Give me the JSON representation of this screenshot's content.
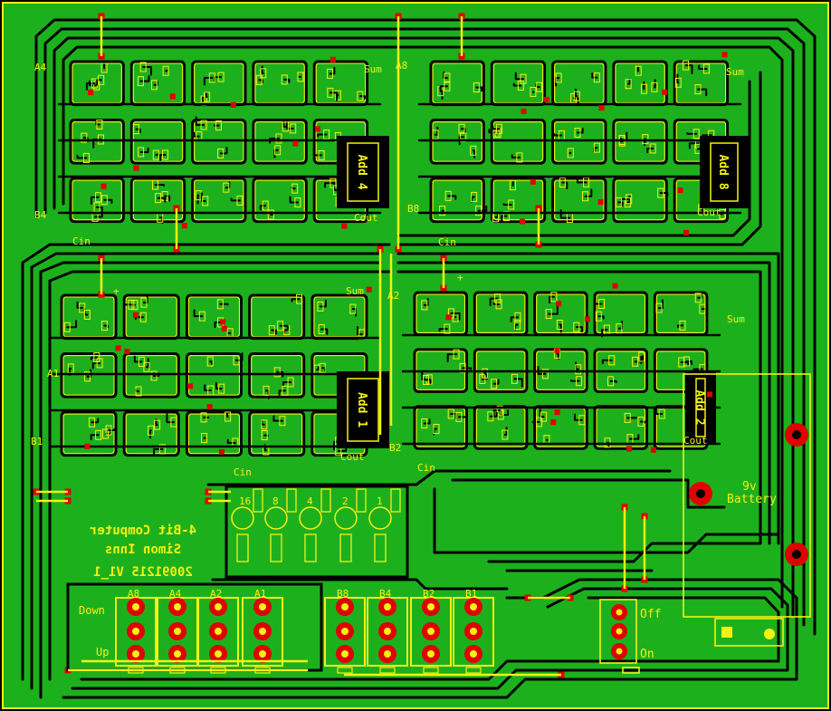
{
  "board": {
    "copper_color": "#1db01d",
    "silkscreen_color": "#f2f215",
    "pad_color": "#e00000",
    "background_color": "#000000"
  },
  "adders": [
    {
      "id": "adder-4",
      "chip": "Add 4",
      "in_a": "A4",
      "in_b": "B4",
      "sum": "Sum",
      "cout": "Cout",
      "cin": "Cin"
    },
    {
      "id": "adder-8",
      "chip": "Add 8",
      "in_a": "A8",
      "in_b": "B8",
      "sum": "Sum",
      "cout": "Cout",
      "cin": "Cin"
    },
    {
      "id": "adder-1",
      "chip": "Add 1",
      "in_a": "A1",
      "in_b": "B1",
      "sum": "Sum",
      "cout": "Cout",
      "cin": "Cin"
    },
    {
      "id": "adder-2",
      "chip": "Add 2",
      "in_a": "A2",
      "in_b": "B2",
      "sum": "Sum",
      "cout": "Cout",
      "cin": "Cin"
    }
  ],
  "output_leds": [
    "16",
    "8",
    "4",
    "2",
    "1"
  ],
  "title_block": {
    "line1": "4-Bit Computer",
    "line2": "Simon Inns",
    "line3": "20091215 V1_1"
  },
  "switches": {
    "a_labels": [
      "A8",
      "A4",
      "A2",
      "A1"
    ],
    "b_labels": [
      "B8",
      "B4",
      "B2",
      "B1"
    ],
    "down": "Down",
    "up": "Up"
  },
  "power": {
    "off": "Off",
    "on": "On",
    "battery_line1": "9v",
    "battery_line2": "Battery"
  },
  "misc": {
    "plus": "+"
  }
}
